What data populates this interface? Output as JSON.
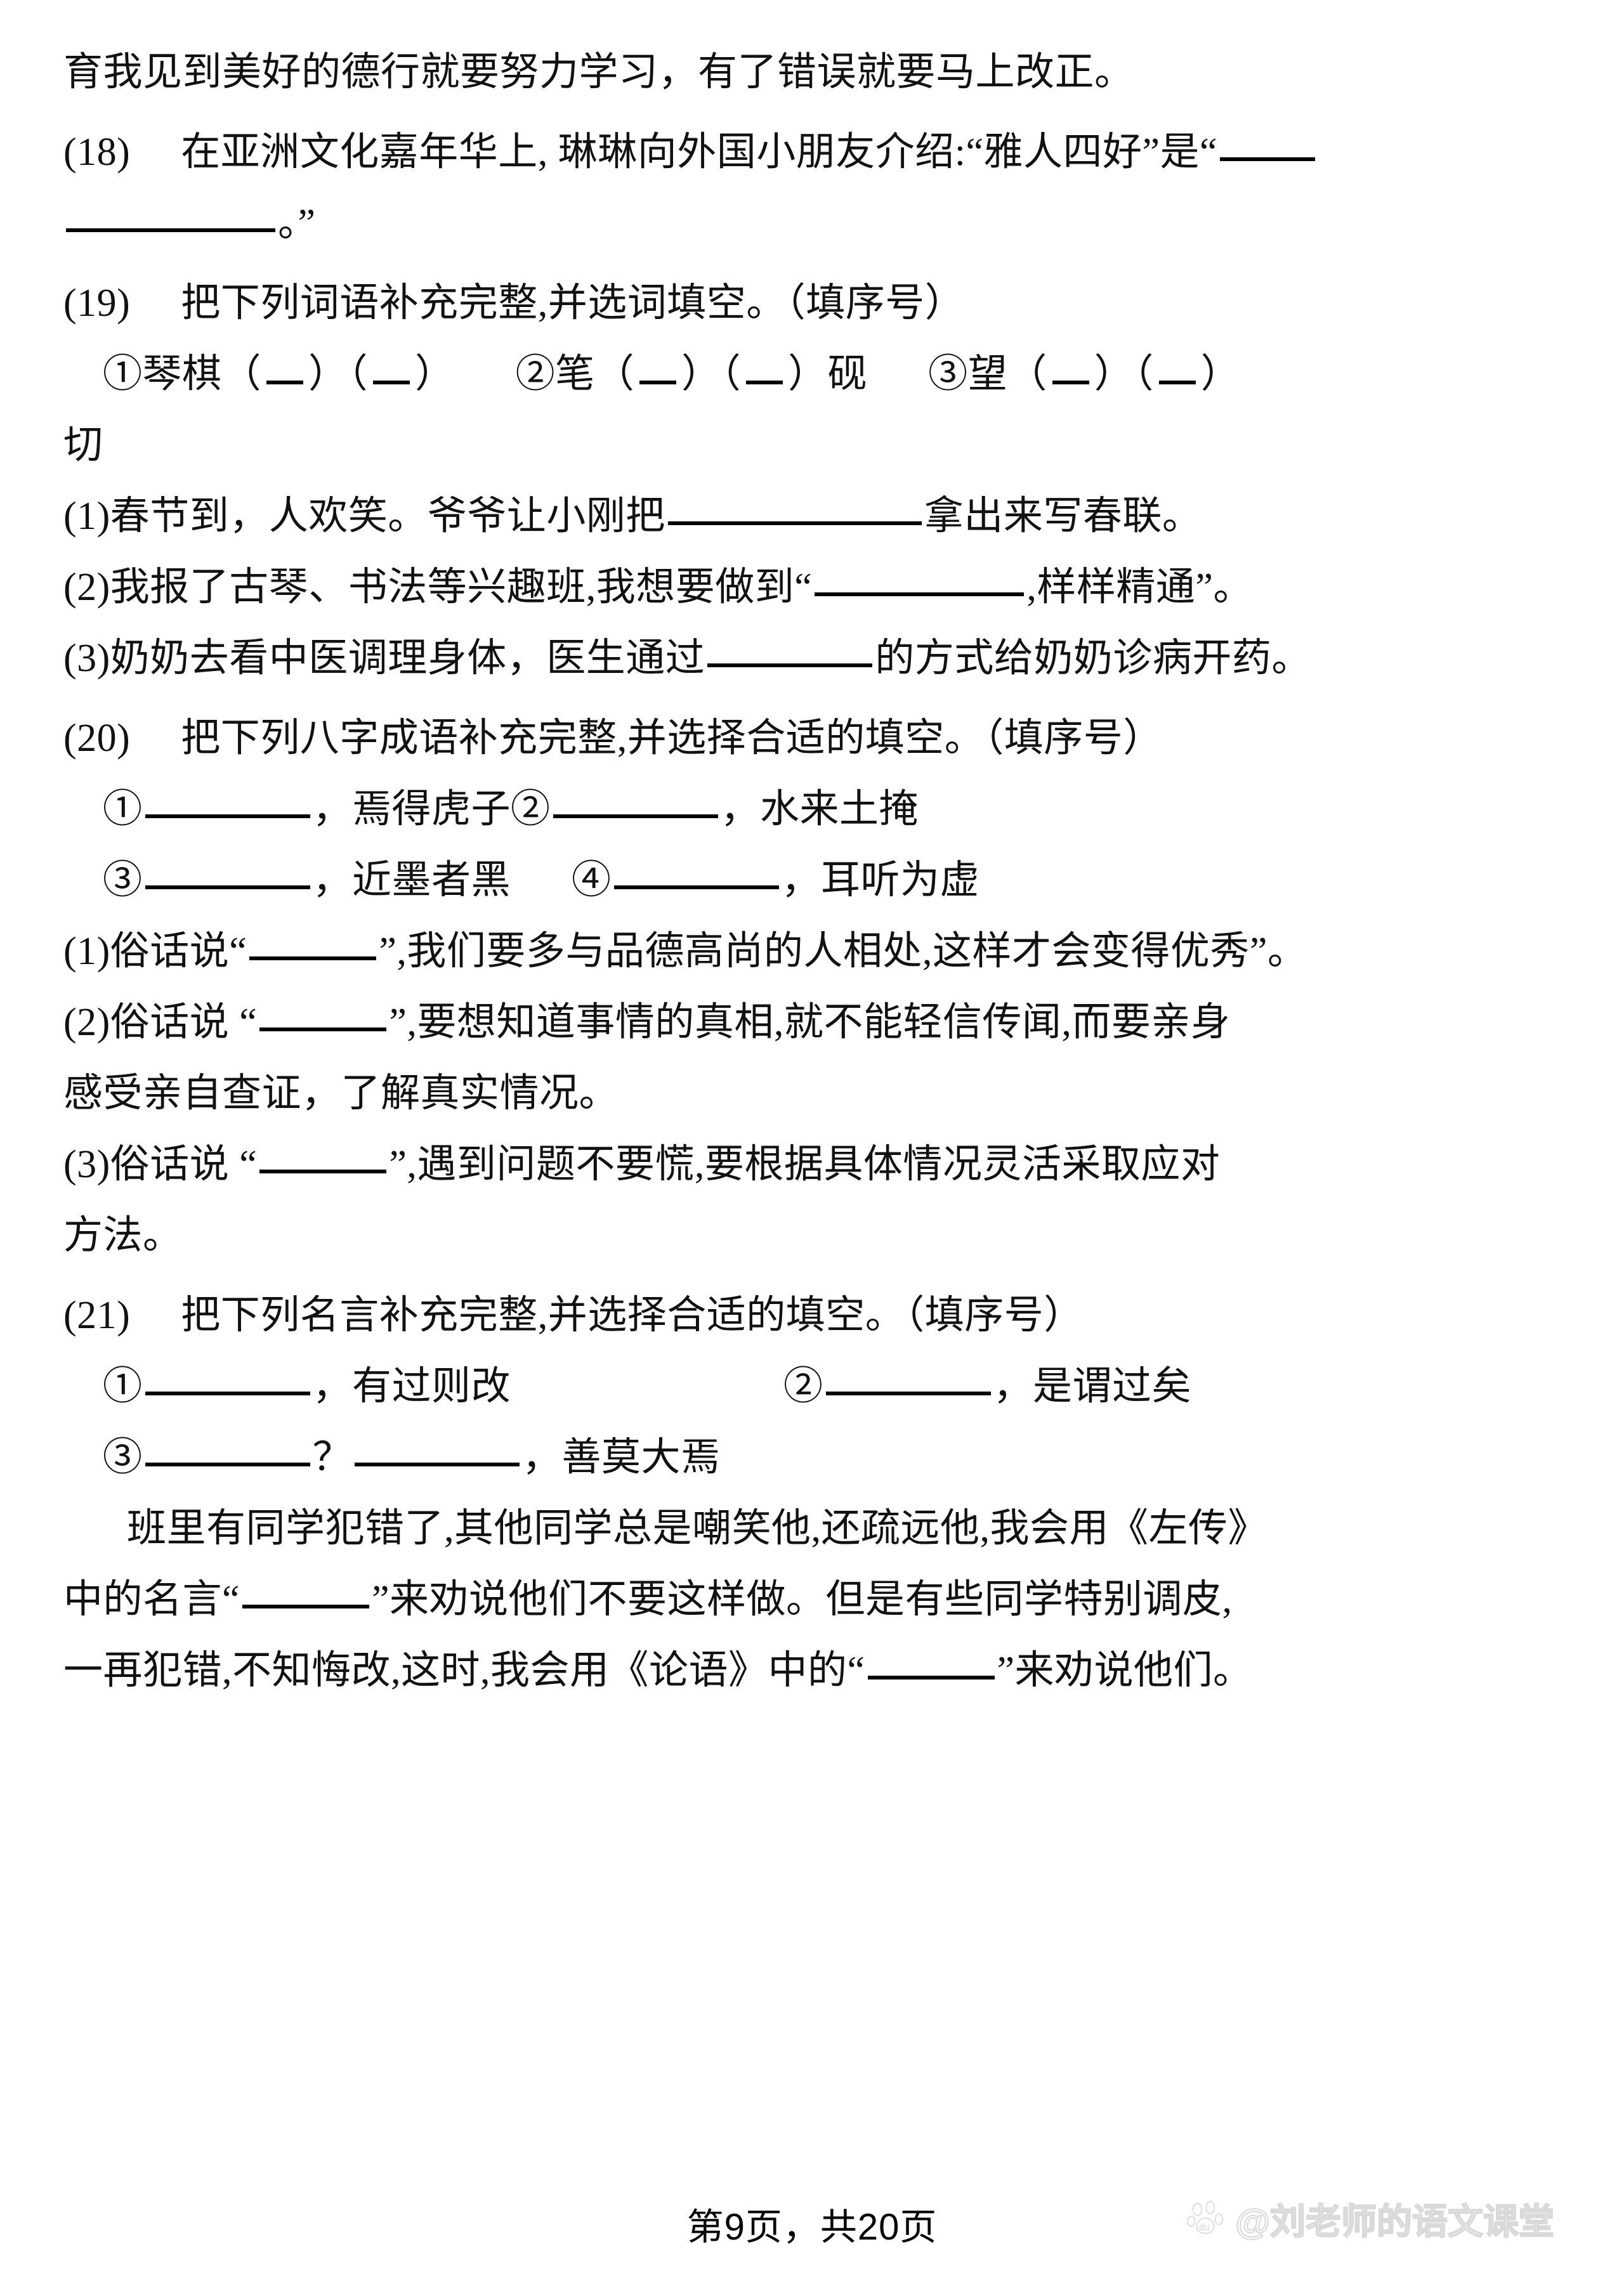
{
  "document": {
    "page_label": "第9页，共20页",
    "watermark": {
      "handle": "@刘老师的语文课堂",
      "logo_icon": "baidu-paw-icon"
    }
  },
  "body": {
    "carryover_line": "育我见到美好的德行就要努力学习，有了错误就要马上改正。",
    "questions": [
      {
        "number": "(18)",
        "prompt": "在亚洲文化嘉年华上, 琳琳向外国小朋友介绍:“雅人四好”是“",
        "prompt_tail": "。”",
        "blank_lead": "__",
        "blank_second": "______"
      },
      {
        "number": "(19)",
        "prompt": "把下列词语补充完整,并选词填空。（填序号）",
        "items": [
          {
            "marker": "①",
            "before": "琴棋",
            "parens": 2,
            "after": ""
          },
          {
            "marker": "②",
            "before": "笔",
            "parens": 2,
            "after": "砚"
          },
          {
            "marker": "③",
            "before": "望",
            "parens": 2,
            "after": ""
          }
        ],
        "items_overflow": "切",
        "subs": [
          {
            "label": "(1)",
            "pre": "春节到，人欢笑。爷爷让小刚把",
            "post": "拿出来写春联。"
          },
          {
            "label": "(2)",
            "pre": "我报了古琴、书法等兴趣班,我想要做到“",
            "post": ",样样精通”。"
          },
          {
            "label": "(3)",
            "pre": "奶奶去看中医调理身体，医生通过",
            "post": "的方式给奶奶诊病开药。"
          }
        ]
      },
      {
        "number": "(20)",
        "prompt": "把下列八字成语补充完整,并选择合适的填空。（填序号）",
        "pairs": [
          {
            "marker": "①",
            "tail": "，焉得虎子"
          },
          {
            "marker": "②",
            "tail": "，水来土掩"
          },
          {
            "marker": "③",
            "tail": "，近墨者黑"
          },
          {
            "marker": "④",
            "tail": "，耳听为虚"
          }
        ],
        "subs": [
          {
            "label": "(1)",
            "pre": "俗话说“",
            "post": "”,我们要多与品德高尚的人相处,这样才会变得优秀”。"
          },
          {
            "label": "(2)",
            "pre": "俗话说 “",
            "post": "”,要想知道事情的真相,就不能轻信传闻,而要亲身",
            "cont": "感受亲自查证，了解真实情况。"
          },
          {
            "label": "(3)",
            "pre": "俗话说 “",
            "post": "”,遇到问题不要慌,要根据具体情况灵活采取应对",
            "cont": "方法。"
          }
        ]
      },
      {
        "number": "(21)",
        "prompt": "把下列名言补充完整,并选择合适的填空。（填序号）",
        "pairs": [
          {
            "marker": "①",
            "tail": "，有过则改"
          },
          {
            "marker": "②",
            "tail": "，是谓过矣"
          }
        ],
        "third": {
          "marker": "③",
          "mid": "？",
          "tail": "，善莫大焉"
        },
        "paragraph": {
          "l1": "班里有同学犯错了,其他同学总是嘲笑他,还疏远他,我会用《左传》",
          "l2_pre": "中的名言“",
          "l2_post": "”来劝说他们不要这样做。但是有些同学特别调皮,",
          "l3_pre": "一再犯错,不知悔改,这时,我会用《论语》中的“",
          "l3_post": "”来劝说他们。"
        }
      }
    ]
  }
}
